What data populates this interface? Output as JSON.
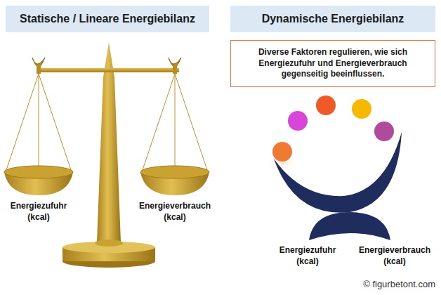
{
  "diagram": {
    "nodes": [
      {
        "text": [
          "Statische / Lineare Energiebilanz"
        ]
      },
      {
        "text": [
          "Dynamische Energiebilanz"
        ]
      },
      {
        "text": [
          "Diverse Faktoren regulieren, wie sich Energiezufuhr und Energieverbrauch gegenseitig beeinflussen."
        ]
      }
    ],
    "labels": [
      "Energiezufuhr (kcal)",
      "Energieverbrauch (kcal)",
      "Energiezufuhr (kcal)",
      "Energieverbrauch (kcal)",
      "© figurbetont.com"
    ]
  }
}
